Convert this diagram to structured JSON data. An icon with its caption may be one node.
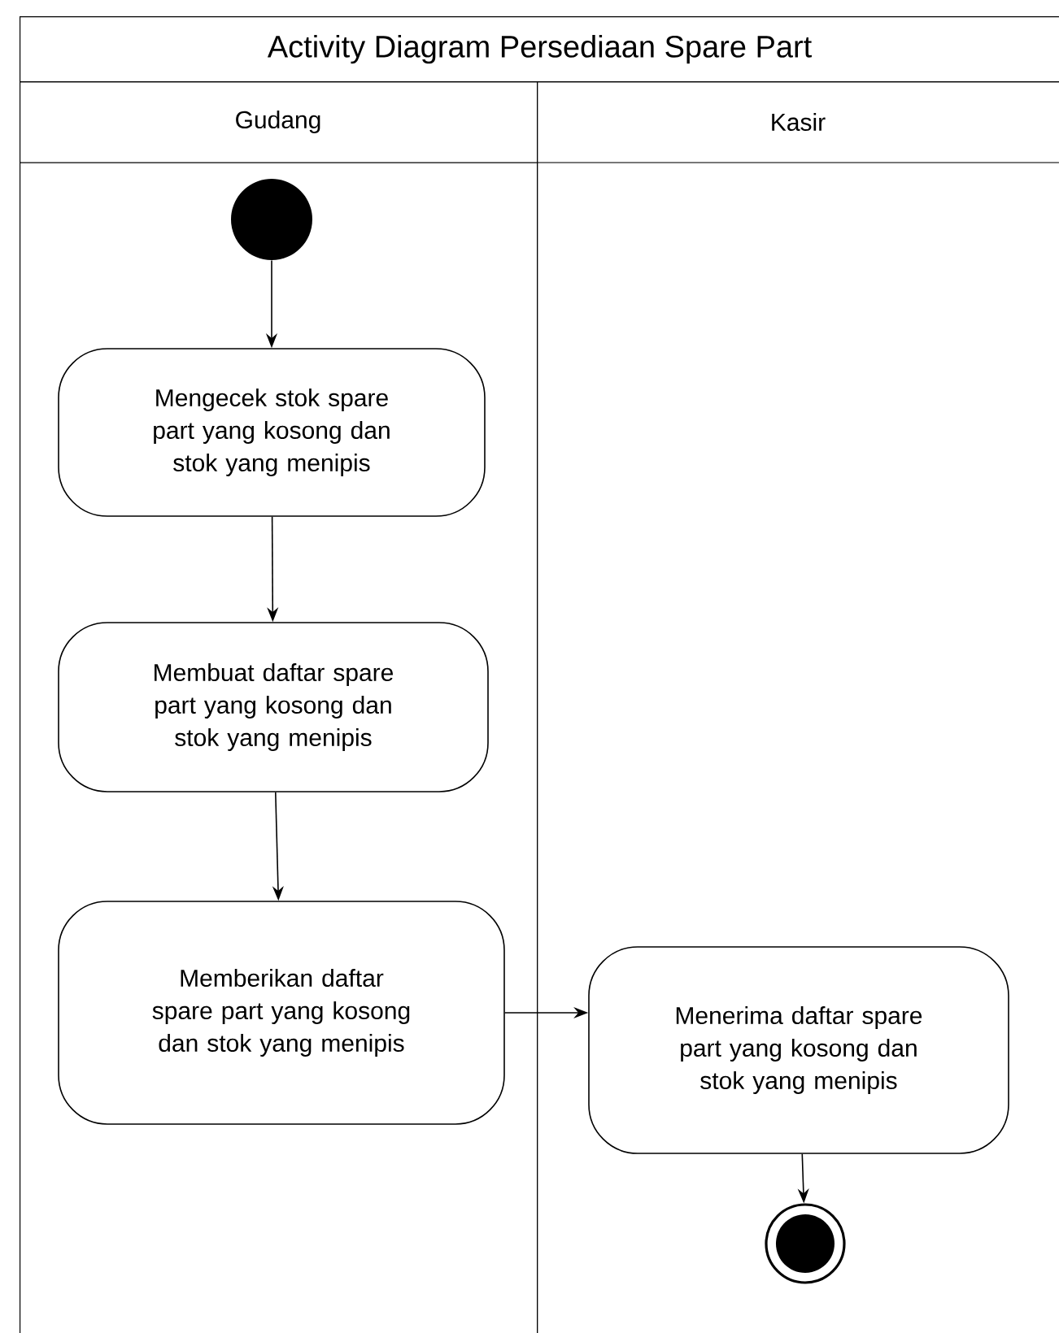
{
  "diagram": {
    "title": "Activity Diagram Persediaan Spare Part",
    "nodes": [
      {
        "text": [
          "Gudang"
        ]
      },
      {
        "text": [
          "Kasir"
        ]
      },
      {
        "text": [],
        "shape": "circle",
        "in": 0
      },
      {
        "text": [
          "Mengecek stok spare part yang kosong dan stok yang menipis"
        ],
        "in": 0
      },
      {
        "text": [
          "Membuat daftar spare part yang kosong dan stok yang menipis"
        ],
        "in": 0
      },
      {
        "text": [
          "Memberikan daftar spare part yang kosong dan stok yang menipis"
        ],
        "in": 0
      },
      {
        "text": [
          "Menerima daftar spare part yang kosong dan stok yang menipis"
        ],
        "in": 1
      },
      {
        "text": [],
        "shape": "circle",
        "in": 1
      }
    ],
    "edges": [
      {
        "from": 2,
        "to": 3,
        "arrow": "to"
      },
      {
        "from": 3,
        "to": 4,
        "arrow": "to"
      },
      {
        "from": 4,
        "to": 5,
        "arrow": "to"
      },
      {
        "from": 5,
        "to": 6,
        "arrow": "to"
      },
      {
        "from": 6,
        "to": 7,
        "arrow": "to"
      }
    ]
  }
}
